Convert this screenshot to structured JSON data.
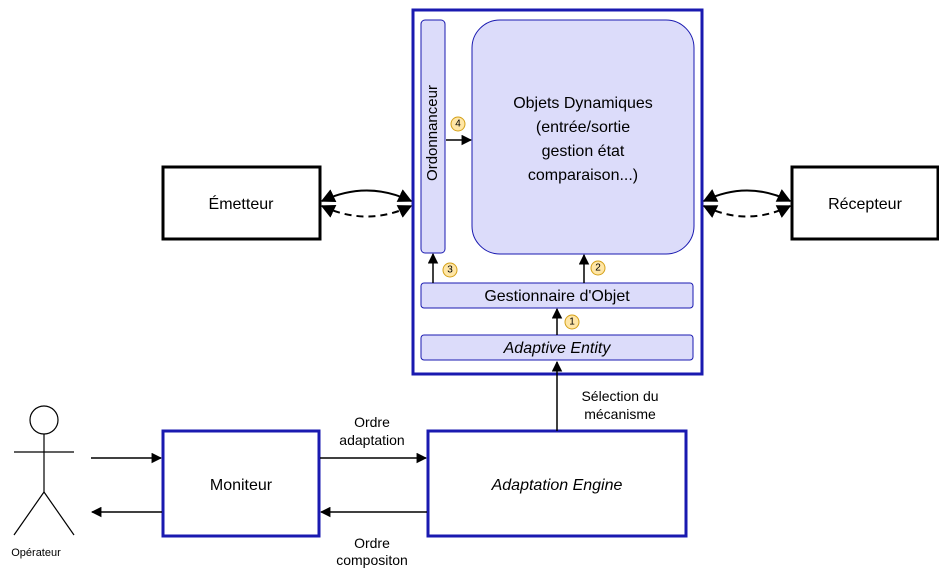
{
  "nodes": {
    "emetteur": "Émetteur",
    "recepteur": "Récepteur",
    "ordonnanceur": "Ordonnanceur",
    "objets": {
      "line1": "Objets Dynamiques",
      "line2": "(entrée/sortie",
      "line3": "gestion état",
      "line4": "comparaison...)"
    },
    "gestionnaire": "Gestionnaire d'Objet",
    "adaptive_entity": "Adaptive Entity",
    "moniteur": "Moniteur",
    "adaptation_engine": "Adaptation Engine",
    "operateur": "Opérateur"
  },
  "edge_labels": {
    "selection": {
      "line1": "Sélection du",
      "line2": "mécanisme"
    },
    "ordre_adaptation": {
      "line1": "Ordre",
      "line2": "adaptation"
    },
    "ordre_composition": {
      "line1": "Ordre",
      "line2": "compositon"
    }
  },
  "steps": [
    "1",
    "2",
    "3",
    "4"
  ],
  "colors": {
    "accent_border": "#1a1ab0",
    "component_fill": "#dcdcfa",
    "step_fill": "#ffe6a6",
    "step_stroke": "#d4a017"
  }
}
